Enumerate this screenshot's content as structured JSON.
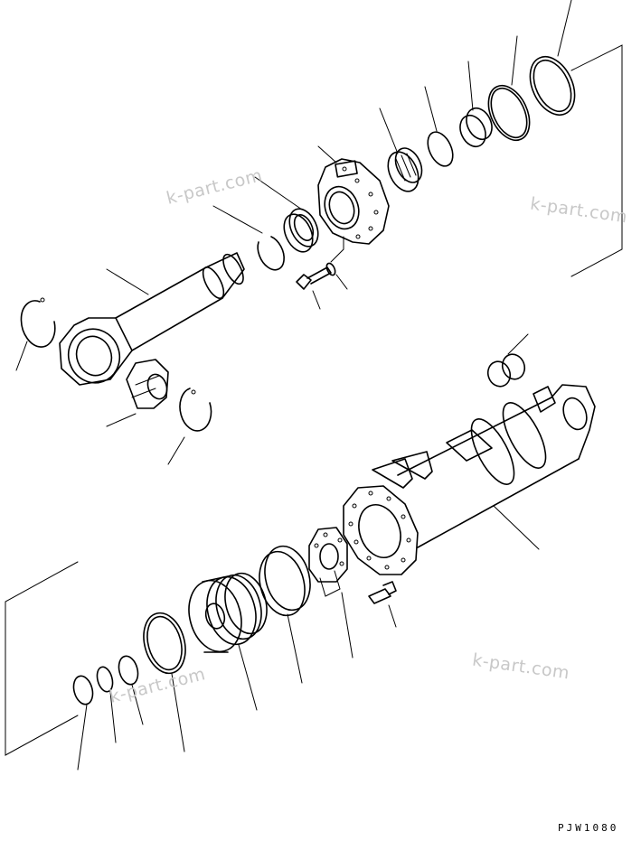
{
  "watermarks": {
    "w1": "k-part.com",
    "w2": "k-part.com",
    "w3": "k-part.com",
    "w4": "k-part.com"
  },
  "drawing": {
    "code": "PJW1080",
    "line_color": "#000000",
    "watermark_color": "#c8c8c8"
  }
}
